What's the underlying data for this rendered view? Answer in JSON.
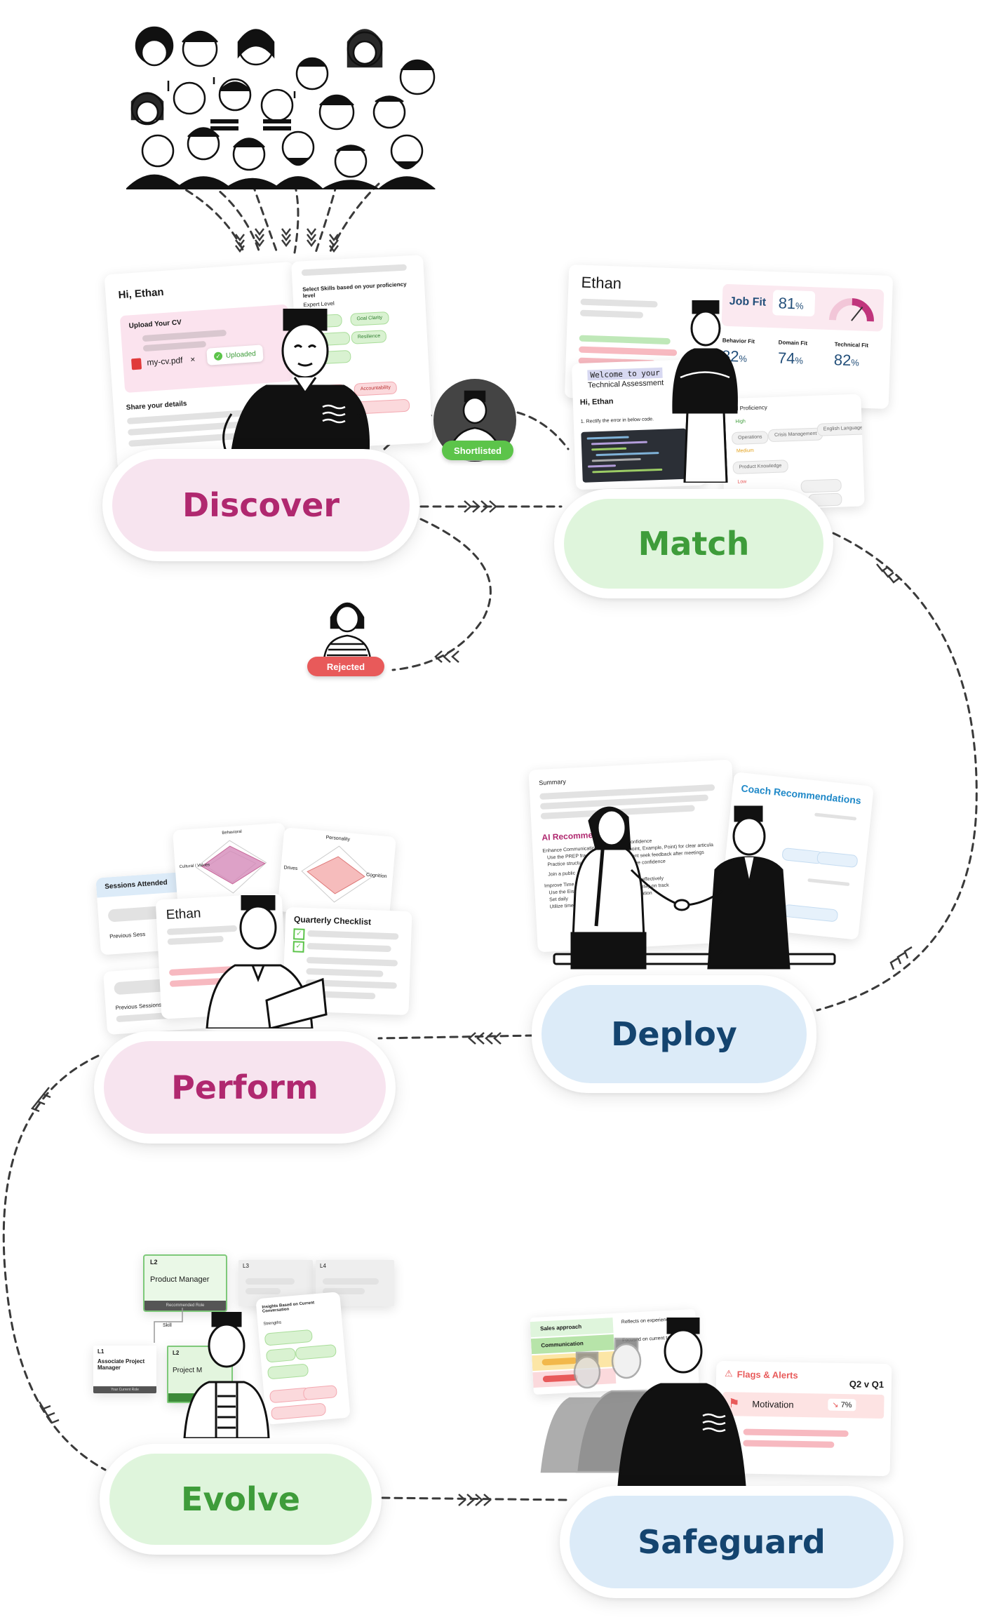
{
  "stages": {
    "discover": "Discover",
    "match": "Match",
    "deploy": "Deploy",
    "perform": "Perform",
    "evolve": "Evolve",
    "safeguard": "Safeguard"
  },
  "badges": {
    "shortlisted": "Shortlisted",
    "rejected": "Rejected"
  },
  "discover_cards": {
    "greeting": "Hi, Ethan",
    "upload_title": "Upload Your CV",
    "file_name": "my-cv.pdf",
    "remove_symbol": "×",
    "uploaded_label": "Uploaded",
    "share_details": "Share your details",
    "skills_prompt": "Select Skills based on your proficiency level",
    "expert_level": "Expert Level",
    "chips": [
      "Goal Clarity",
      "Resilience",
      "Accountability"
    ]
  },
  "match_cards": {
    "name": "Ethan",
    "job_fit_label": "Job Fit",
    "job_fit_value": "81",
    "behavior_fit_label": "Behavior Fit",
    "behavior_fit_value": "82",
    "domain_fit_label": "Domain Fit",
    "domain_fit_value": "74",
    "technical_fit_label": "Technical Fit",
    "technical_fit_value": "82",
    "percent": "%",
    "welcome_line1": "Welcome to your",
    "welcome_line2": "Technical Assessment",
    "hi_ethan": "Hi, Ethan",
    "question": "1. Rectify the error in below code.",
    "skill_proficiency": "Skill Proficiency",
    "levels": [
      "High",
      "Medium",
      "Low"
    ],
    "skill_chips": [
      "Operations",
      "Crisis Management",
      "English Language",
      "Product Knowledge"
    ]
  },
  "deploy_cards": {
    "summary": "Summary",
    "ai_recommendations": "AI Recommen",
    "coach_recommendations": "Coach Recommendations",
    "bullets": [
      "Enhance Communication",
      "Use the PREP framework",
      "Practice structured",
      "Join a public",
      "Improve Time",
      "Use the Eisenhower",
      "Set daily",
      "Utilize time"
    ],
    "right_bullets": [
      "Confidence",
      "(point, Example, Point) for clear articula",
      "ment seek feedback after meetings",
      "prove confidence",
      "tasks effectively",
      "ks to stay on track",
      "ganization"
    ]
  },
  "perform_cards": {
    "sessions_attended": "Sessions Attended",
    "previous_session_1": "Previous Sess",
    "previous_sessions_2": "Previous Sessions",
    "name": "Ethan",
    "quarterly_checklist": "Quarterly Checklist",
    "radar1_labels": [
      "Behavioral",
      "Cultural / Values"
    ],
    "radar2_labels": [
      "Personality",
      "Drives",
      "Cognition"
    ]
  },
  "evolve_cards": {
    "l2": "L2",
    "product_manager": "Product Manager",
    "recommended_role": "Recommended Role",
    "skill": "Skill",
    "l1": "L1",
    "associate_pm": "Associate Project Manager",
    "your_current_role": "Your Current Role",
    "l2b": "L2",
    "project_manager_partial": "Project M",
    "l3": "L3",
    "l4": "L4",
    "insights_title": "Insights Based on Current Conversation",
    "strengths": "Strengths"
  },
  "safeguard_cards": {
    "sales_approach": "Sales approach",
    "communication": "Communication",
    "reflects": "Reflects on experiences",
    "focused": "Focused on current tasks",
    "flags_alerts": "Flags & Alerts",
    "q_compare": "Q2 v Q1",
    "motivation": "Motivation",
    "motivation_change": "7%"
  },
  "colors": {
    "pink_fill": "#f7e4ef",
    "pink_text": "#b0286f",
    "green_fill": "#dff5dc",
    "green_text": "#3e9c3a",
    "blue_fill": "#dcebf8",
    "blue_text": "#14446f",
    "shortlisted": "#5cc44a",
    "rejected": "#e85a5a"
  },
  "icons": [
    "crowd-illustration",
    "chevron-arrows-icon",
    "person-illustration",
    "pdf-icon",
    "check-icon",
    "gauge-icon",
    "handshake-illustration",
    "laptop-illustration",
    "radar-chart-icon",
    "flag-icon",
    "trend-down-icon"
  ]
}
